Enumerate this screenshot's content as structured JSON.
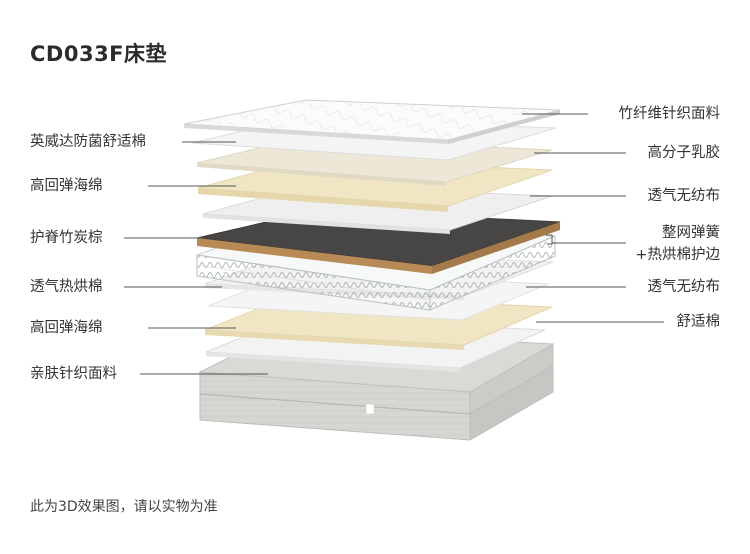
{
  "title": "CD033F床垫",
  "footer_note": "此为3D效果图，请以实物为准",
  "left_labels": [
    {
      "id": "l1",
      "text": "英威达防菌舒适棉"
    },
    {
      "id": "l2",
      "text": "高回弹海绵"
    },
    {
      "id": "l3",
      "text": "护脊竹炭棕"
    },
    {
      "id": "l4",
      "text": "透气热烘棉"
    },
    {
      "id": "l5",
      "text": "高回弹海绵"
    },
    {
      "id": "l6",
      "text": "亲肤针织面料"
    }
  ],
  "right_labels": [
    {
      "id": "r1",
      "text": "竹纤维针织面料"
    },
    {
      "id": "r2",
      "text": "高分子乳胶"
    },
    {
      "id": "r3",
      "text": "透气无纺布"
    },
    {
      "id": "r4a",
      "text": "整网弹簧"
    },
    {
      "id": "r4b",
      "text": "+热烘棉护边"
    },
    {
      "id": "r5",
      "text": "透气无纺布"
    },
    {
      "id": "r6",
      "text": "舒适棉"
    }
  ],
  "colors": {
    "leader": "#555555",
    "cream": "#f1e6c4",
    "latex": "#ece7d6",
    "charcoal": "#474644",
    "coir_edge": "#b78a56",
    "white_layer": "#f4f4f4",
    "base": "#dcdcda"
  }
}
